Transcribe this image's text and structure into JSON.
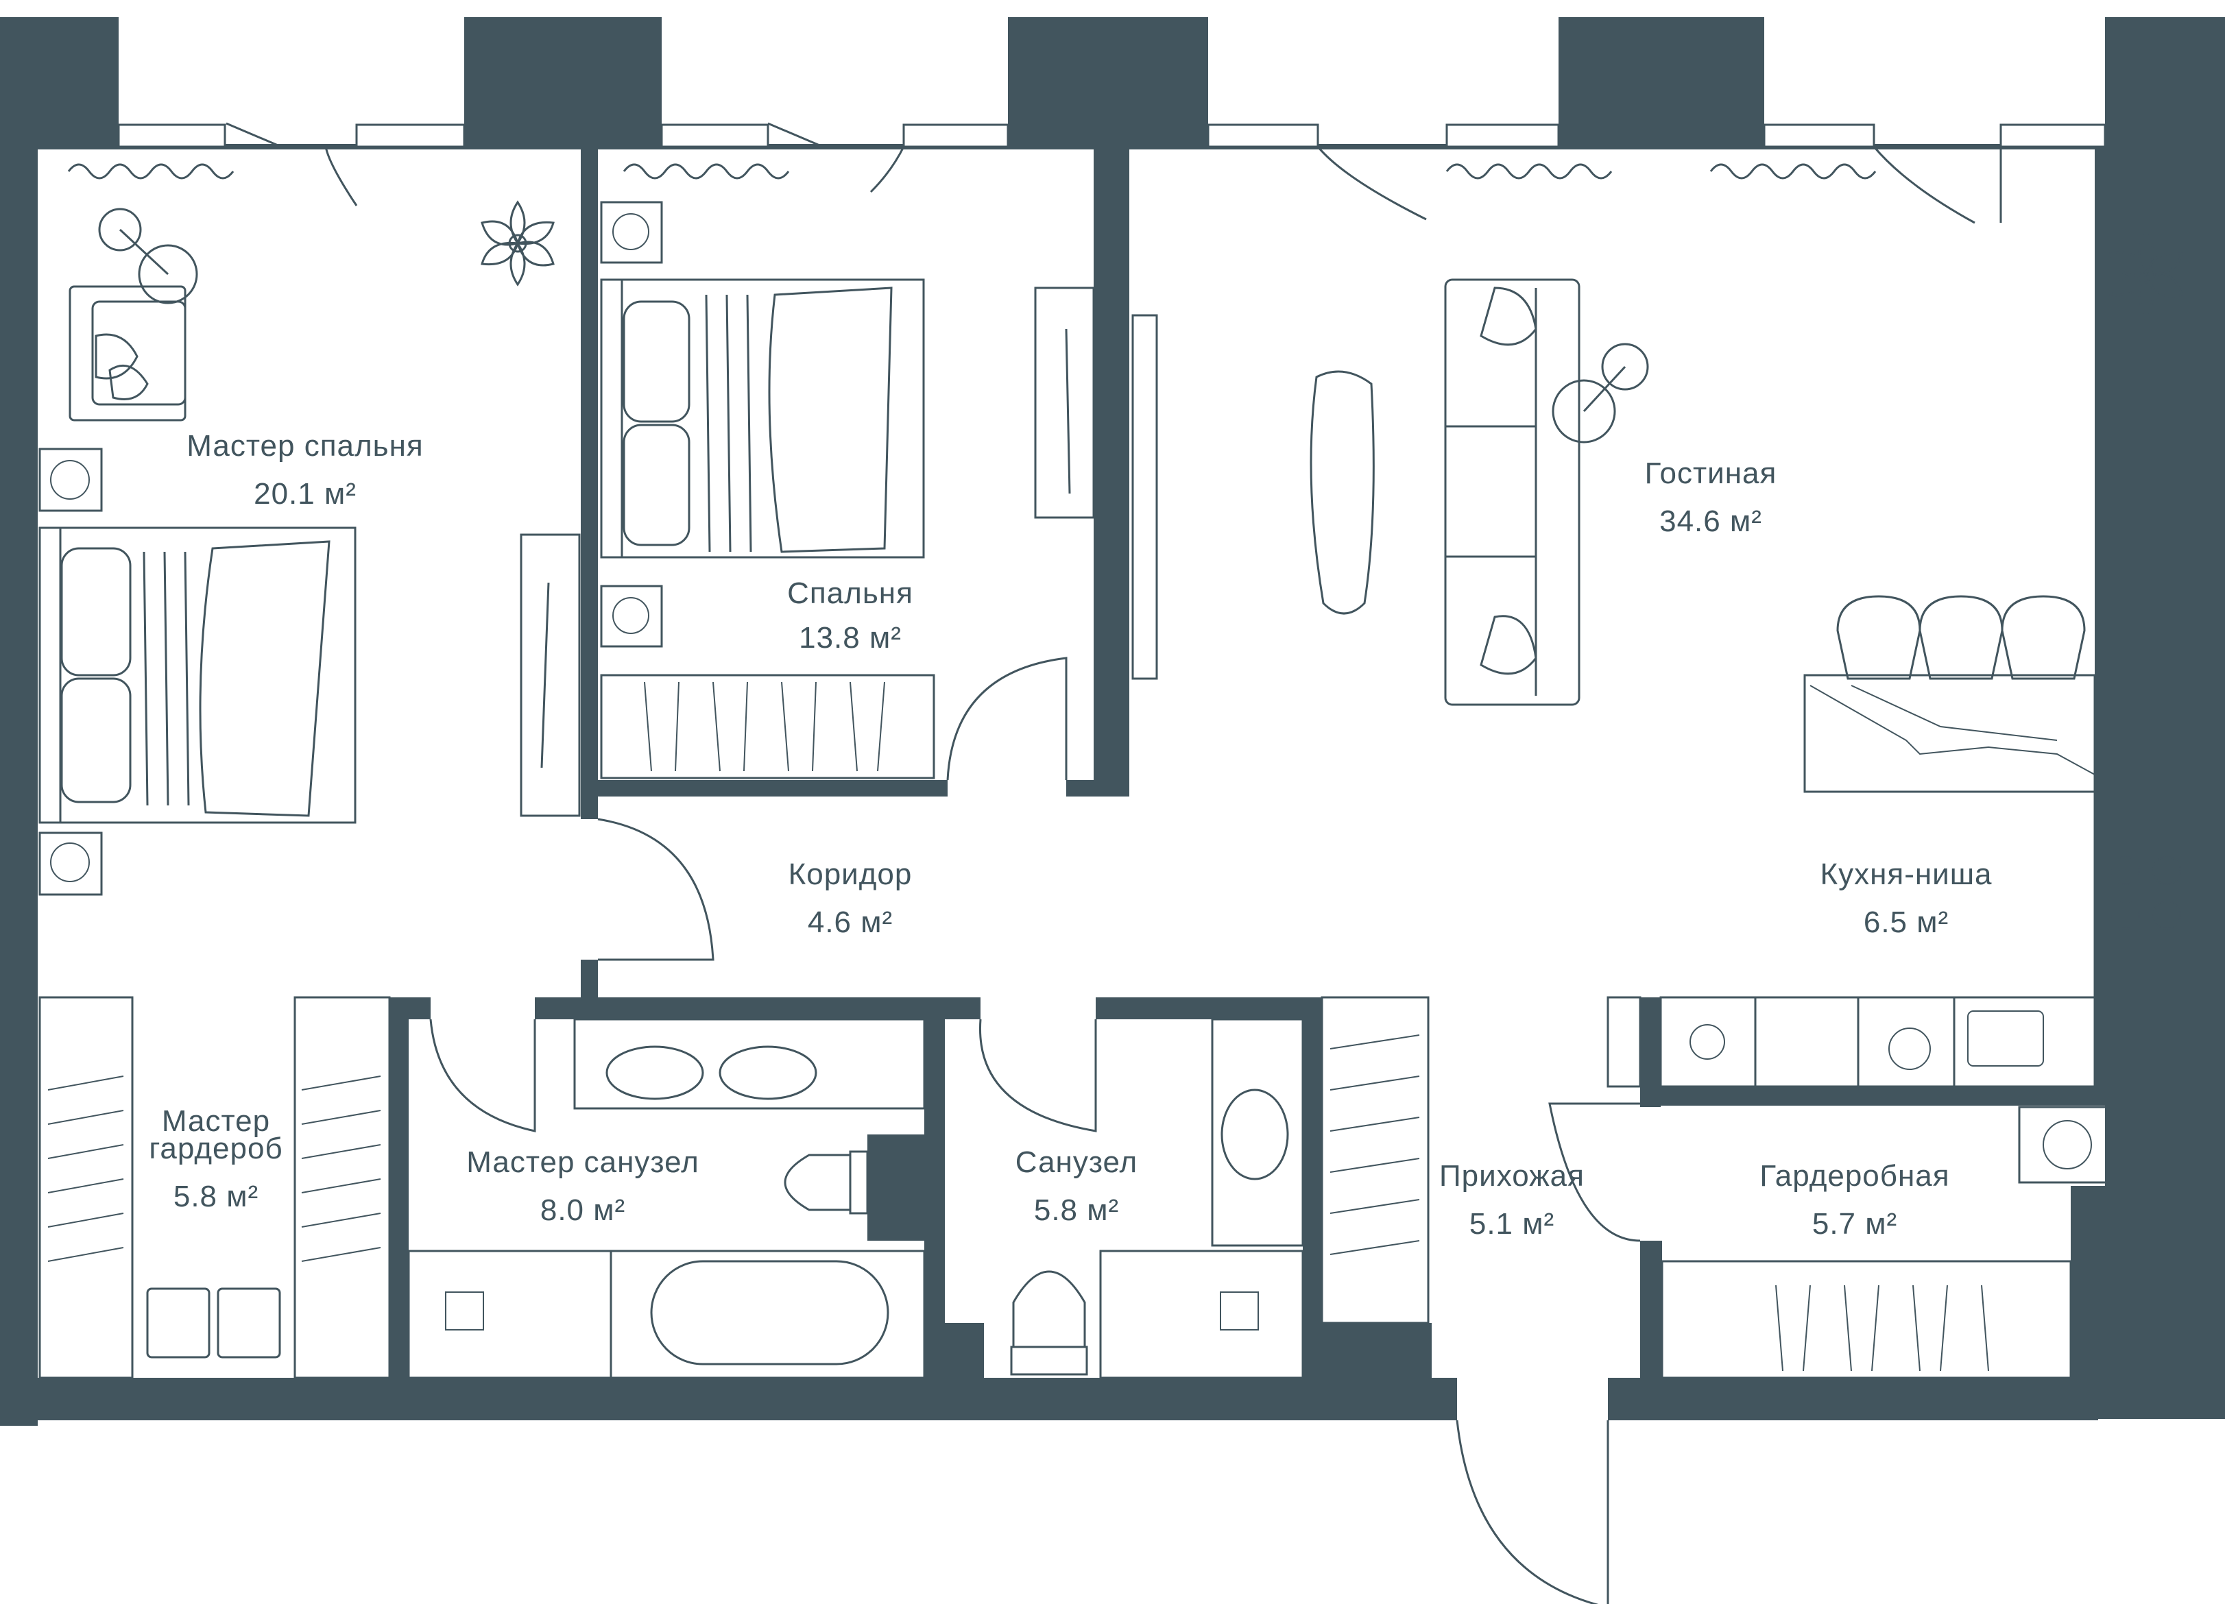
{
  "rooms": {
    "master_bedroom": {
      "name": "Мастер спальня",
      "area": "20.1 м²"
    },
    "bedroom": {
      "name": "Спальня",
      "area": "13.8 м²"
    },
    "living_room": {
      "name": "Гостиная",
      "area": "34.6 м²"
    },
    "corridor": {
      "name": "Коридор",
      "area": "4.6 м²"
    },
    "kitchen_niche": {
      "name": "Кухня-ниша",
      "area": "6.5 м²"
    },
    "master_wardrobe": {
      "name_line1": "Мастер",
      "name_line2": "гардероб",
      "area": "5.8 м²"
    },
    "master_bathroom": {
      "name": "Мастер санузел",
      "area": "8.0 м²"
    },
    "bathroom": {
      "name": "Санузел",
      "area": "5.8 м²"
    },
    "hallway": {
      "name": "Прихожая",
      "area": "5.1 м²"
    },
    "dressing_room": {
      "name": "Гардеробная",
      "area": "5.7 м²"
    }
  },
  "colors": {
    "wall": "#42555e",
    "background": "#ffffff"
  }
}
